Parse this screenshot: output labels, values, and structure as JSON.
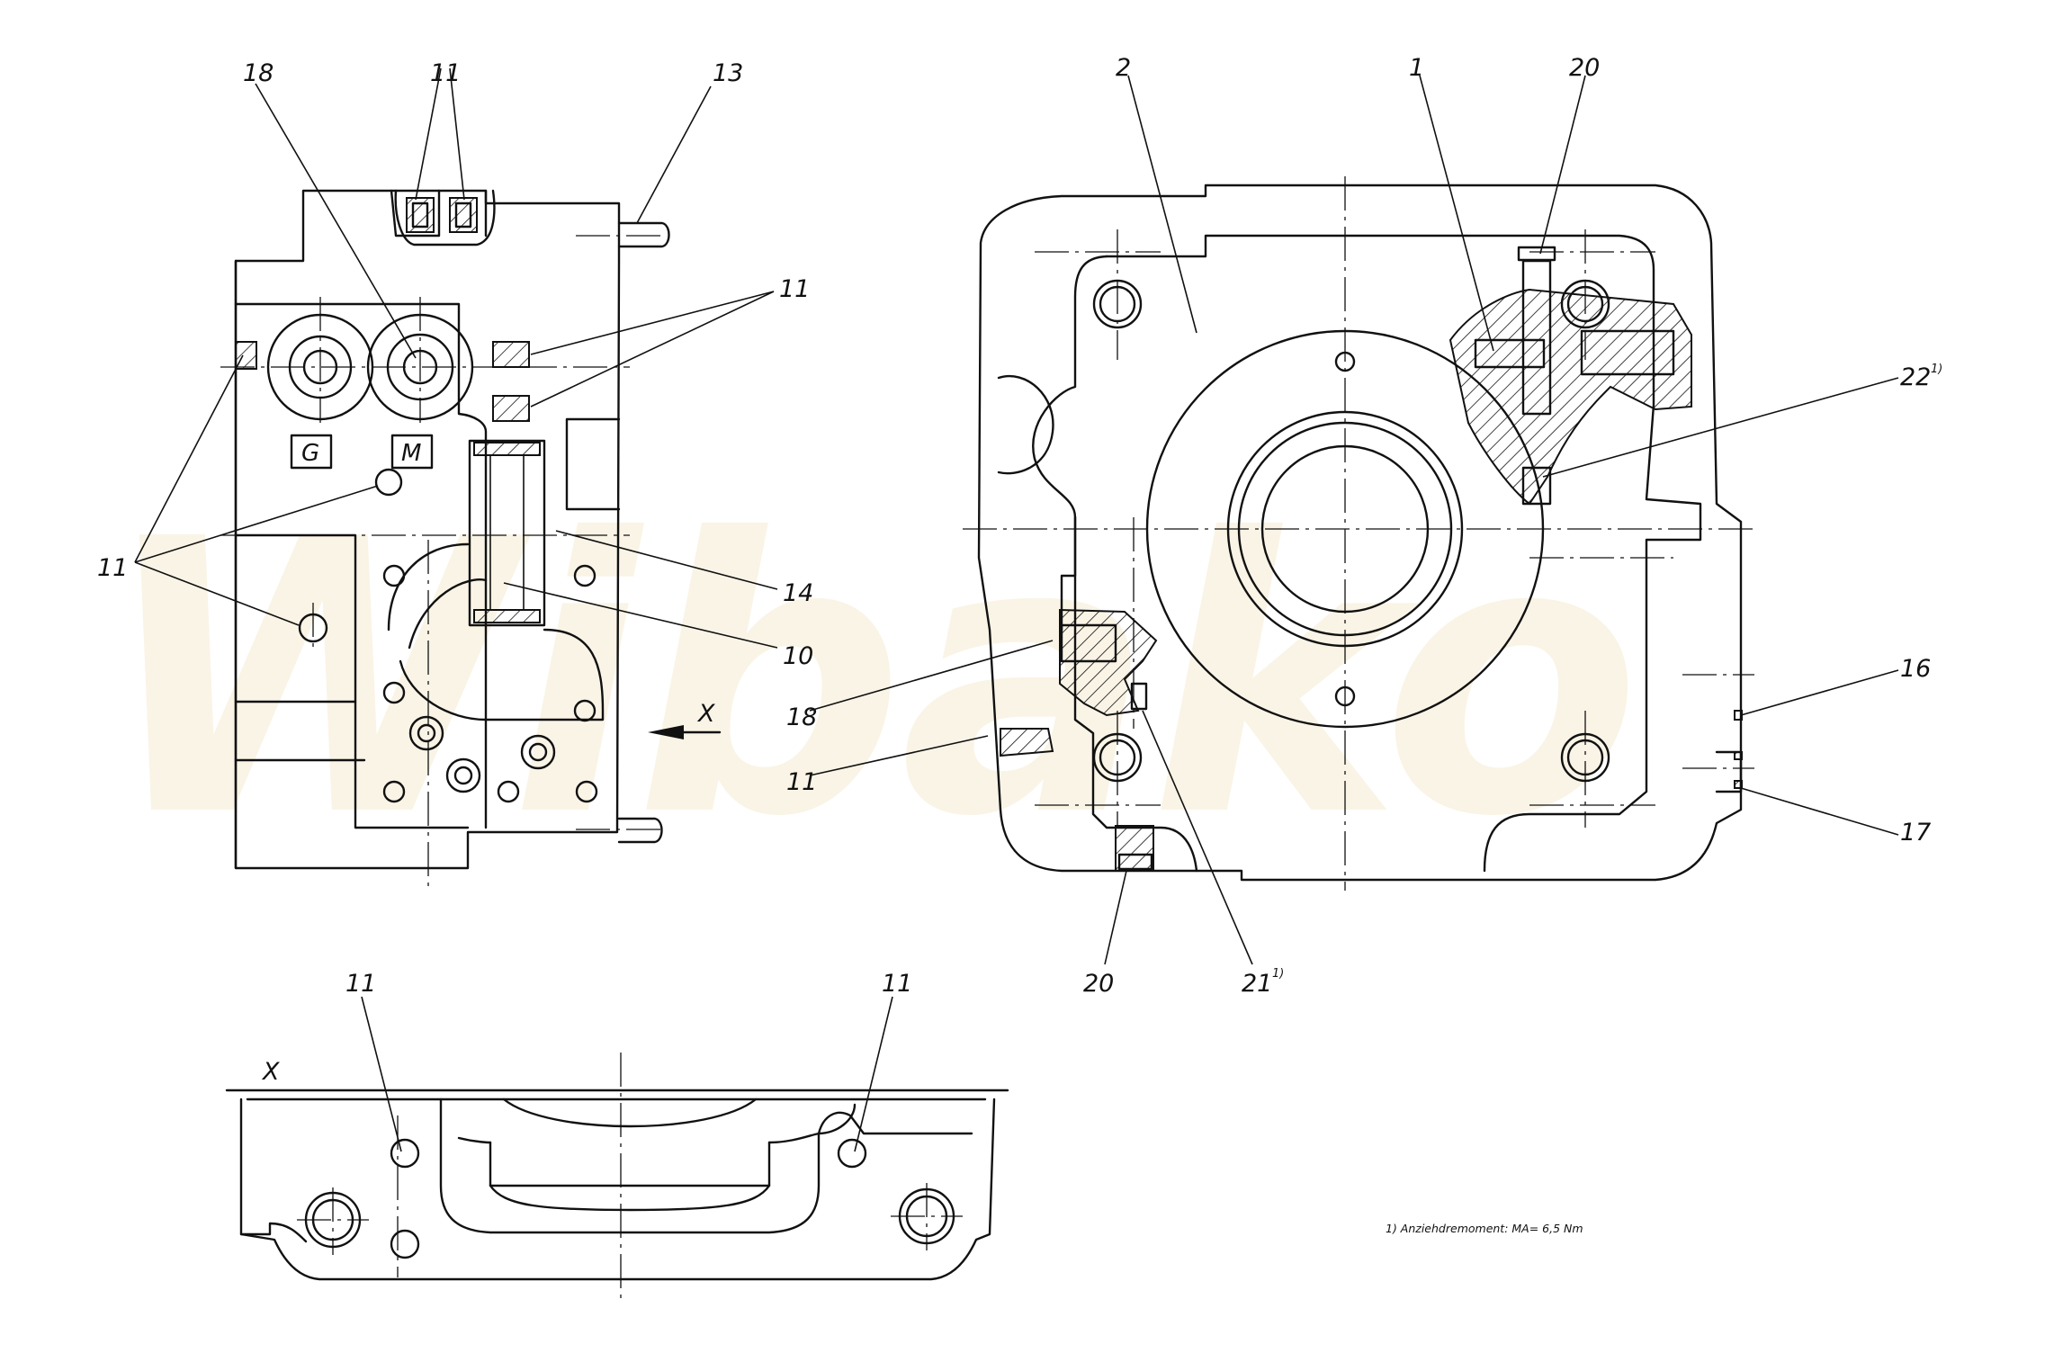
{
  "watermark": {
    "text": "Wibako"
  },
  "left_view": {
    "callouts": [
      {
        "key": "c18",
        "text": "18"
      },
      {
        "key": "c11a",
        "text": "11"
      },
      {
        "key": "c13",
        "text": "13"
      },
      {
        "key": "c11b",
        "text": "11"
      },
      {
        "key": "c11c",
        "text": "11"
      },
      {
        "key": "c14",
        "text": "14"
      },
      {
        "key": "c10",
        "text": "10"
      },
      {
        "key": "c18b",
        "text": "18"
      },
      {
        "key": "c11d",
        "text": "11"
      }
    ],
    "port_labels": {
      "g": "G",
      "m": "M"
    },
    "view_arrow_label": "X"
  },
  "right_view": {
    "callouts": [
      {
        "key": "r2",
        "text": "2"
      },
      {
        "key": "r1",
        "text": "1"
      },
      {
        "key": "r20",
        "text": "20"
      },
      {
        "key": "r22",
        "text": "22"
      },
      {
        "key": "r16",
        "text": "16"
      },
      {
        "key": "r17",
        "text": "17"
      },
      {
        "key": "r20b",
        "text": "20"
      },
      {
        "key": "r21",
        "text": "21"
      }
    ],
    "superscript": "1)"
  },
  "bottom_view": {
    "title": "X",
    "callouts": [
      {
        "key": "b11a",
        "text": "11"
      },
      {
        "key": "b11b",
        "text": "11"
      }
    ]
  },
  "footnote": {
    "text": "1) Anziehdremoment: MA= 6,5 Nm"
  }
}
